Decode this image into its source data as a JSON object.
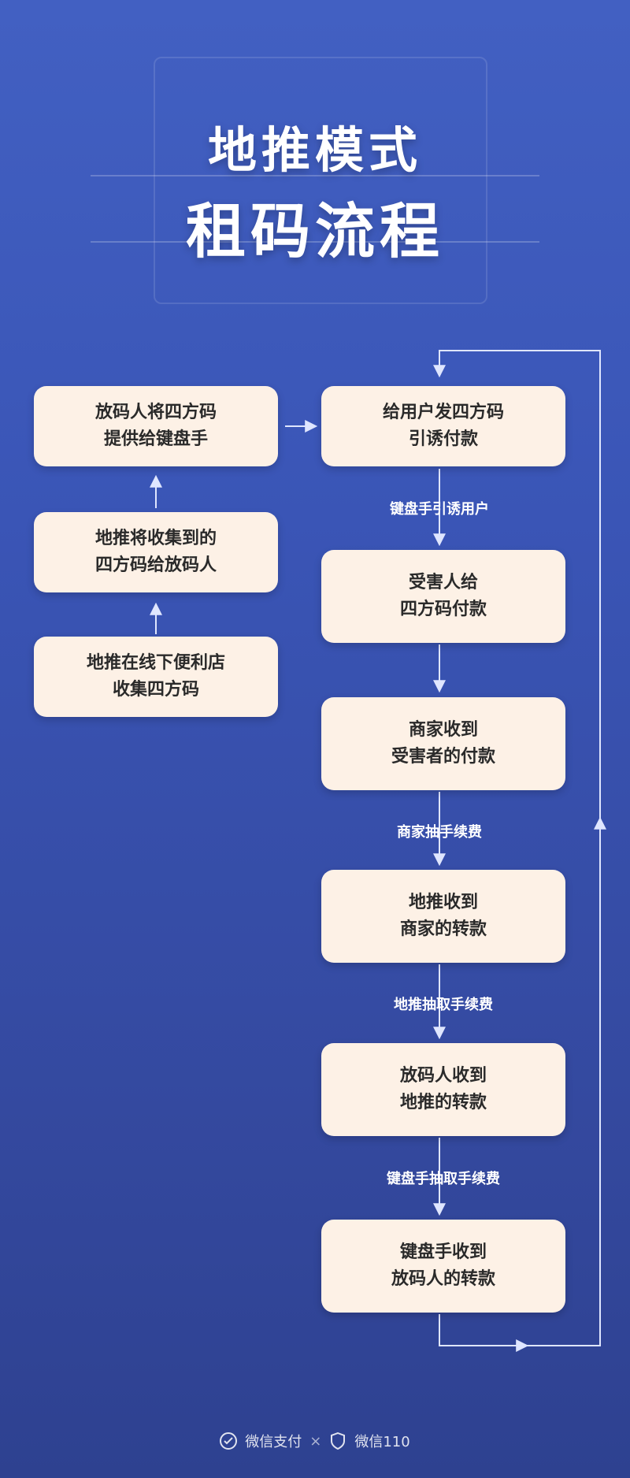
{
  "title": {
    "line1": "地推模式",
    "line2": "租码流程"
  },
  "left_nodes": [
    {
      "line1": "放码人将四方码",
      "line2": "提供给键盘手"
    },
    {
      "line1": "地推将收集到的",
      "line2": "四方码给放码人"
    },
    {
      "line1": "地推在线下便利店",
      "line2": "收集四方码"
    }
  ],
  "right_nodes": [
    {
      "line1": "给用户发四方码",
      "line2": "引诱付款"
    },
    {
      "line1": "受害人给",
      "line2": "四方码付款"
    },
    {
      "line1": "商家收到",
      "line2": "受害者的付款"
    },
    {
      "line1": "地推收到",
      "line2": "商家的转款"
    },
    {
      "line1": "放码人收到",
      "line2": "地推的转款"
    },
    {
      "line1": "键盘手收到",
      "line2": "放码人的转款"
    }
  ],
  "edge_labels": [
    "键盘手引诱用户",
    "",
    "商家抽手续费",
    "地推抽取手续费",
    "键盘手抽取手续费"
  ],
  "footer": {
    "brand1": "微信支付",
    "separator": "×",
    "brand2": "微信110"
  }
}
